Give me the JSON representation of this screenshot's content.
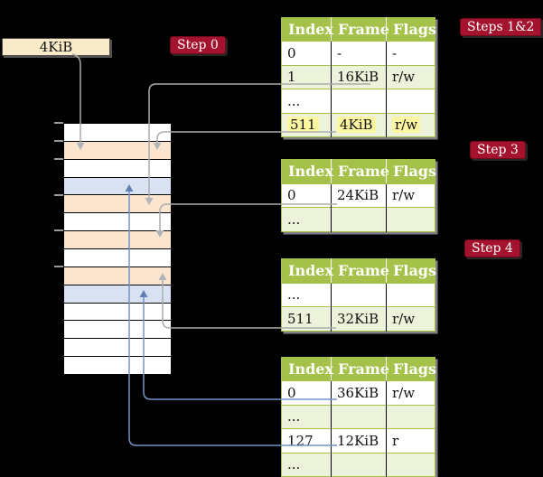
{
  "frame_size_box": {
    "label": "4KiB"
  },
  "step_labels": {
    "step0": "Step 0",
    "steps12": "Steps 1&2",
    "step3": "Step 3",
    "step4": "Step 4"
  },
  "memory": {
    "rows": [
      {
        "color": "white"
      },
      {
        "color": "peach"
      },
      {
        "color": "white"
      },
      {
        "color": "blue"
      },
      {
        "color": "peach"
      },
      {
        "color": "white"
      },
      {
        "color": "peach"
      },
      {
        "color": "white"
      },
      {
        "color": "peach"
      },
      {
        "color": "blue"
      },
      {
        "color": "white"
      },
      {
        "color": "white"
      },
      {
        "color": "white"
      },
      {
        "color": "white"
      }
    ]
  },
  "tables": [
    {
      "name": "page-table-steps-1-2",
      "headers": [
        "Index",
        "Frame",
        "Flags"
      ],
      "rows": [
        {
          "index": "0",
          "frame": "-",
          "flags": "-",
          "shaded": false,
          "highlight": false
        },
        {
          "index": "1",
          "frame": "16KiB",
          "flags": "r/w",
          "shaded": true,
          "highlight": false
        },
        {
          "index": "...",
          "frame": "",
          "flags": "",
          "shaded": false,
          "highlight": false
        },
        {
          "index": "511",
          "frame": "4KiB",
          "flags": "r/w",
          "shaded": true,
          "highlight": true
        }
      ]
    },
    {
      "name": "page-table-step-3",
      "headers": [
        "Index",
        "Frame",
        "Flags"
      ],
      "rows": [
        {
          "index": "0",
          "frame": "24KiB",
          "flags": "r/w",
          "shaded": false,
          "highlight": false
        },
        {
          "index": "...",
          "frame": "",
          "flags": "",
          "shaded": true,
          "highlight": false
        }
      ]
    },
    {
      "name": "page-table-step-4",
      "headers": [
        "Index",
        "Frame",
        "Flags"
      ],
      "rows": [
        {
          "index": "...",
          "frame": "",
          "flags": "",
          "shaded": false,
          "highlight": false
        },
        {
          "index": "511",
          "frame": "32KiB",
          "flags": "r/w",
          "shaded": true,
          "highlight": false
        }
      ]
    },
    {
      "name": "page-table-final",
      "headers": [
        "Index",
        "Frame",
        "Flags"
      ],
      "rows": [
        {
          "index": "0",
          "frame": "36KiB",
          "flags": "r/w",
          "shaded": false,
          "highlight": false
        },
        {
          "index": "...",
          "frame": "",
          "flags": "",
          "shaded": true,
          "highlight": false
        },
        {
          "index": "127",
          "frame": "12KiB",
          "flags": "r",
          "shaded": false,
          "highlight": false
        },
        {
          "index": "...",
          "frame": "",
          "flags": "",
          "shaded": true,
          "highlight": false
        }
      ]
    }
  ],
  "connections": [
    {
      "from": "4KiB-box",
      "to": "memory-frame-4KiB",
      "color": "gray"
    },
    {
      "from": "table1-entry-1-16KiB",
      "to": "memory-frame-16KiB",
      "color": "gray"
    },
    {
      "from": "table1-entry-511-4KiB",
      "to": "memory-frame-4KiB",
      "color": "gray"
    },
    {
      "from": "table2-entry-0-24KiB",
      "to": "memory-frame-24KiB",
      "color": "gray"
    },
    {
      "from": "table3-entry-511-32KiB",
      "to": "memory-frame-32KiB",
      "color": "gray"
    },
    {
      "from": "table4-entry-0-36KiB",
      "to": "memory-frame-36KiB",
      "color": "blue"
    },
    {
      "from": "table4-entry-127-12KiB",
      "to": "memory-frame-12KiB",
      "color": "blue"
    }
  ],
  "colors": {
    "table_header_green": "#a4c24a",
    "table_row_green": "#edf2da",
    "highlight_yellow": "#fdf7a2",
    "badge_red": "#a5122e",
    "frame_peach": "#fbe5ce",
    "frame_blue": "#d9e2f2",
    "box_cream": "#faebc8",
    "gray_arrow": "#acacac",
    "blue_arrow": "#7593c5"
  }
}
